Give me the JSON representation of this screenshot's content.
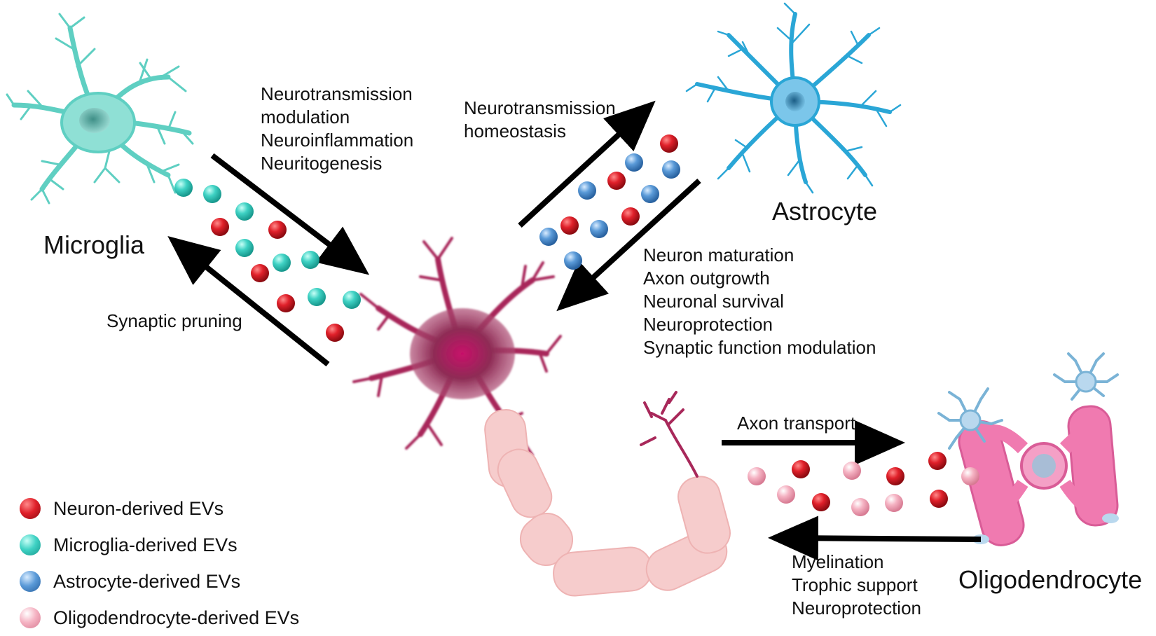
{
  "labels": {
    "microglia": "Microglia",
    "astrocyte": "Astrocyte",
    "oligodendrocyte": "Oligodendrocyte"
  },
  "annotations": {
    "microglia_to_neuron": [
      "Neurotransmission",
      "modulation",
      "Neuroinflammation",
      "Neuritogenesis"
    ],
    "neuron_to_microglia": [
      "Synaptic pruning"
    ],
    "neuron_to_astrocyte": [
      "Neurotransmission",
      "homeostasis"
    ],
    "astrocyte_to_neuron": [
      "Neuron maturation",
      "Axon outgrowth",
      "Neuronal survival",
      "Neuroprotection",
      "Synaptic function modulation"
    ],
    "neuron_to_oligodendrocyte": [
      "Axon transport"
    ],
    "oligodendrocyte_to_neuron": [
      "Myelination",
      "Trophic support",
      "Neuroprotection"
    ]
  },
  "legend": [
    {
      "label": "Neuron-derived EVs",
      "color": "#c8161d"
    },
    {
      "label": "Microglia-derived EVs",
      "color": "#3fd2c4"
    },
    {
      "label": "Astrocyte-derived EVs",
      "color": "#4f8fd0"
    },
    {
      "label": "Oligodendrocyte-derived EVs",
      "color": "#f2a4b6"
    }
  ],
  "colors": {
    "microglia": "#5fcfc2",
    "astrocyte": "#2aa6d6",
    "neuron": "#a8285a",
    "axon": "#f6cccc",
    "oligodendrocyte": "#f07ab0",
    "arrow": "#000000"
  }
}
